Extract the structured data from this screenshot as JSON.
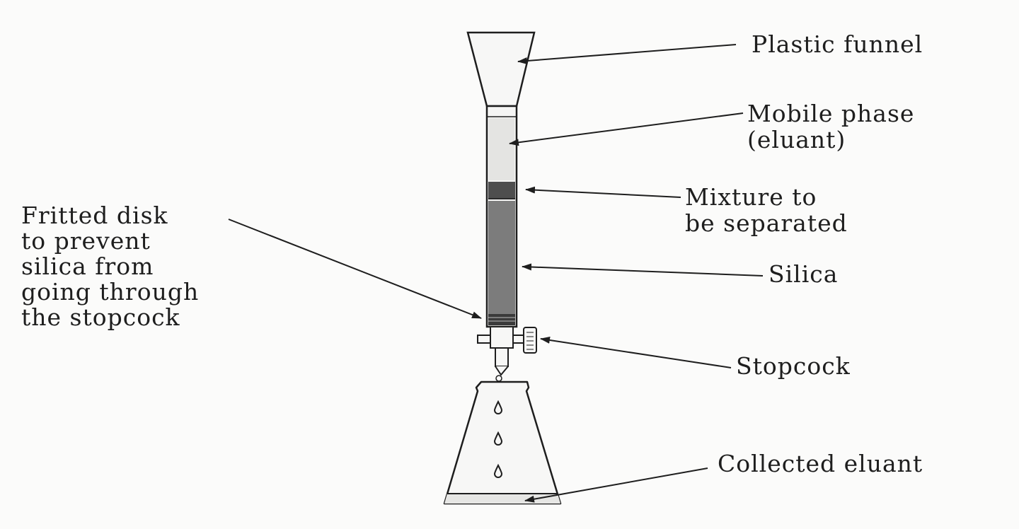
{
  "labels": {
    "plastic_funnel": "Plastic funnel",
    "mobile_phase": [
      "Mobile phase",
      "(eluant)"
    ],
    "mixture": [
      "Mixture to",
      "be separated"
    ],
    "silica": "Silica",
    "fritted_disk": [
      "Fritted disk",
      "to prevent",
      "silica from",
      "going through",
      "the stopcock"
    ],
    "stopcock": "Stopcock",
    "collected_eluant": "Collected eluant"
  }
}
